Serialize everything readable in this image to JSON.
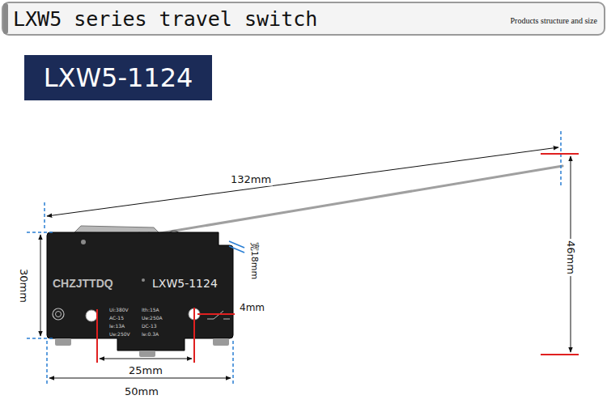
{
  "diagram": {
    "title": "LXW5 series travel switch",
    "nodes": [
      {
        "text": [
          "LXW5-1124"
        ]
      },
      {
        "text": [
          "CHZJTTDQ",
          "LXW5-1124",
          "Ui:380V",
          "Ith:15A",
          "AC-15",
          "Ue:250A",
          "Ie:13A",
          "DC-13",
          "Ue:250V",
          "Ie:0.3A"
        ]
      }
    ],
    "labels": [
      "Products structure and size",
      "132mm",
      "宽18mm",
      "46mm",
      "30mm",
      "4mm",
      "25mm",
      "50mm"
    ]
  }
}
